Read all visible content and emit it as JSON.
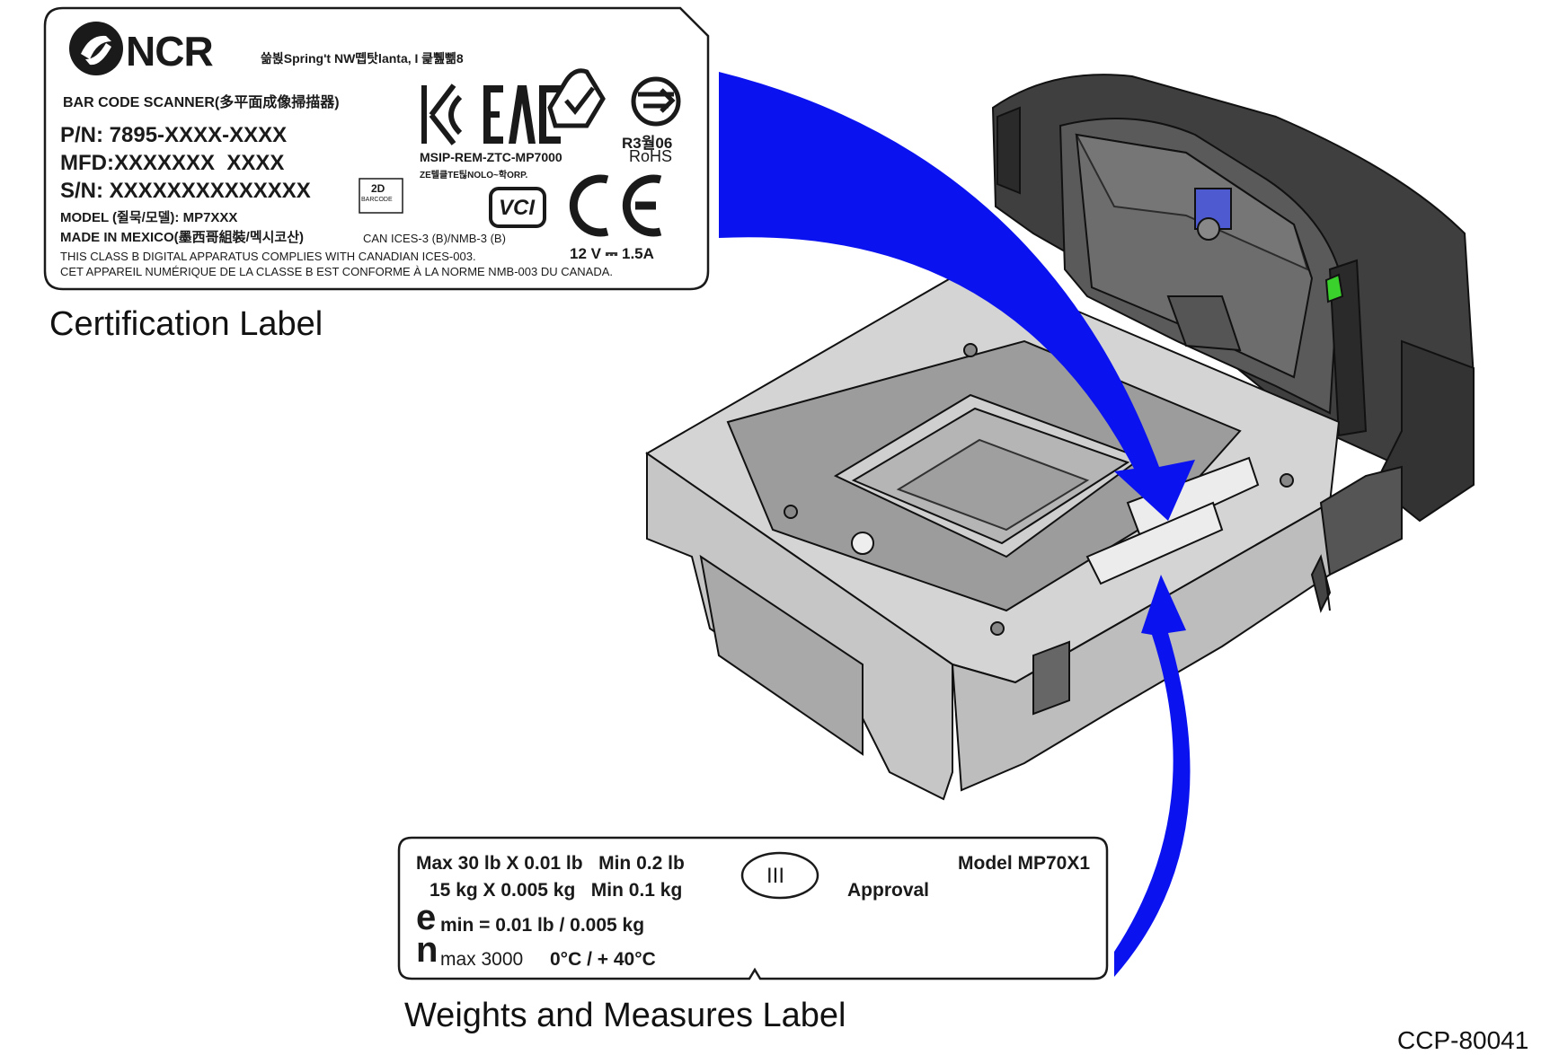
{
  "certification_label": {
    "brand": "NCR",
    "address": "쓺뷙Spring't NW뗍탓lanta, I 큹쀒뻶8",
    "product": "BAR CODE SCANNER(多平面成像掃描器)",
    "part_number": "P/N: 7895-XXXX-XXXX",
    "mfd": "MFD:XXXXXXX  XXXX",
    "serial": "S/N: XXXXXXXXXXXXXX",
    "barcode_top": "2D",
    "barcode_bottom": "BARCODE",
    "model": "MODEL (쥘묵/모델): MP7XXX",
    "made_in": "MADE IN MEXICO(墨西哥組裝/멕시코산)",
    "can_nmb": "CAN ICES-3 (B)/NMB-3 (B)",
    "compliance_en": "THIS CLASS B DIGITAL APPARATUS COMPLIES WITH CANADIAN ICES-003.",
    "compliance_fr": "CET APPAREIL NUMÉRIQUE DE LA CLASSE B EST CONFORME À LA NORME NMB-003 DU CANADA.",
    "msip": "MSIP-REM-ZTC-MP7000",
    "msip_sub": "ZE텔클TE틶NOLO~학ORP.",
    "r3": "R3월06",
    "rohs": "RoHS",
    "vci": "VCI",
    "ce": "CE",
    "power": "12 V ⎓ 1.5A",
    "kc": "KC",
    "eac": "EAC",
    "caption": "Certification Label"
  },
  "weights_label": {
    "line1": "Max 30 lb X 0.01 lb   Min 0.2 lb",
    "line2": "15 kg X 0.005 kg   Min 0.1 kg",
    "emin_letter": "e",
    "emin_text": "min = 0.01 lb / 0.005 kg",
    "nmax_letter": "n",
    "nmax_text": "max 3000",
    "temp": "0°C / + 40°C",
    "class_mark": "III",
    "approval": "Approval",
    "model": "Model MP70X1",
    "caption": "Weights and Measures Label"
  },
  "reference_code": "CCP-80041",
  "colors": {
    "arrow": "#0a12f0",
    "scanner_dark": "#3a3a3a",
    "platter_gray": "#c8c8c8",
    "outline": "#1a1a1a"
  }
}
